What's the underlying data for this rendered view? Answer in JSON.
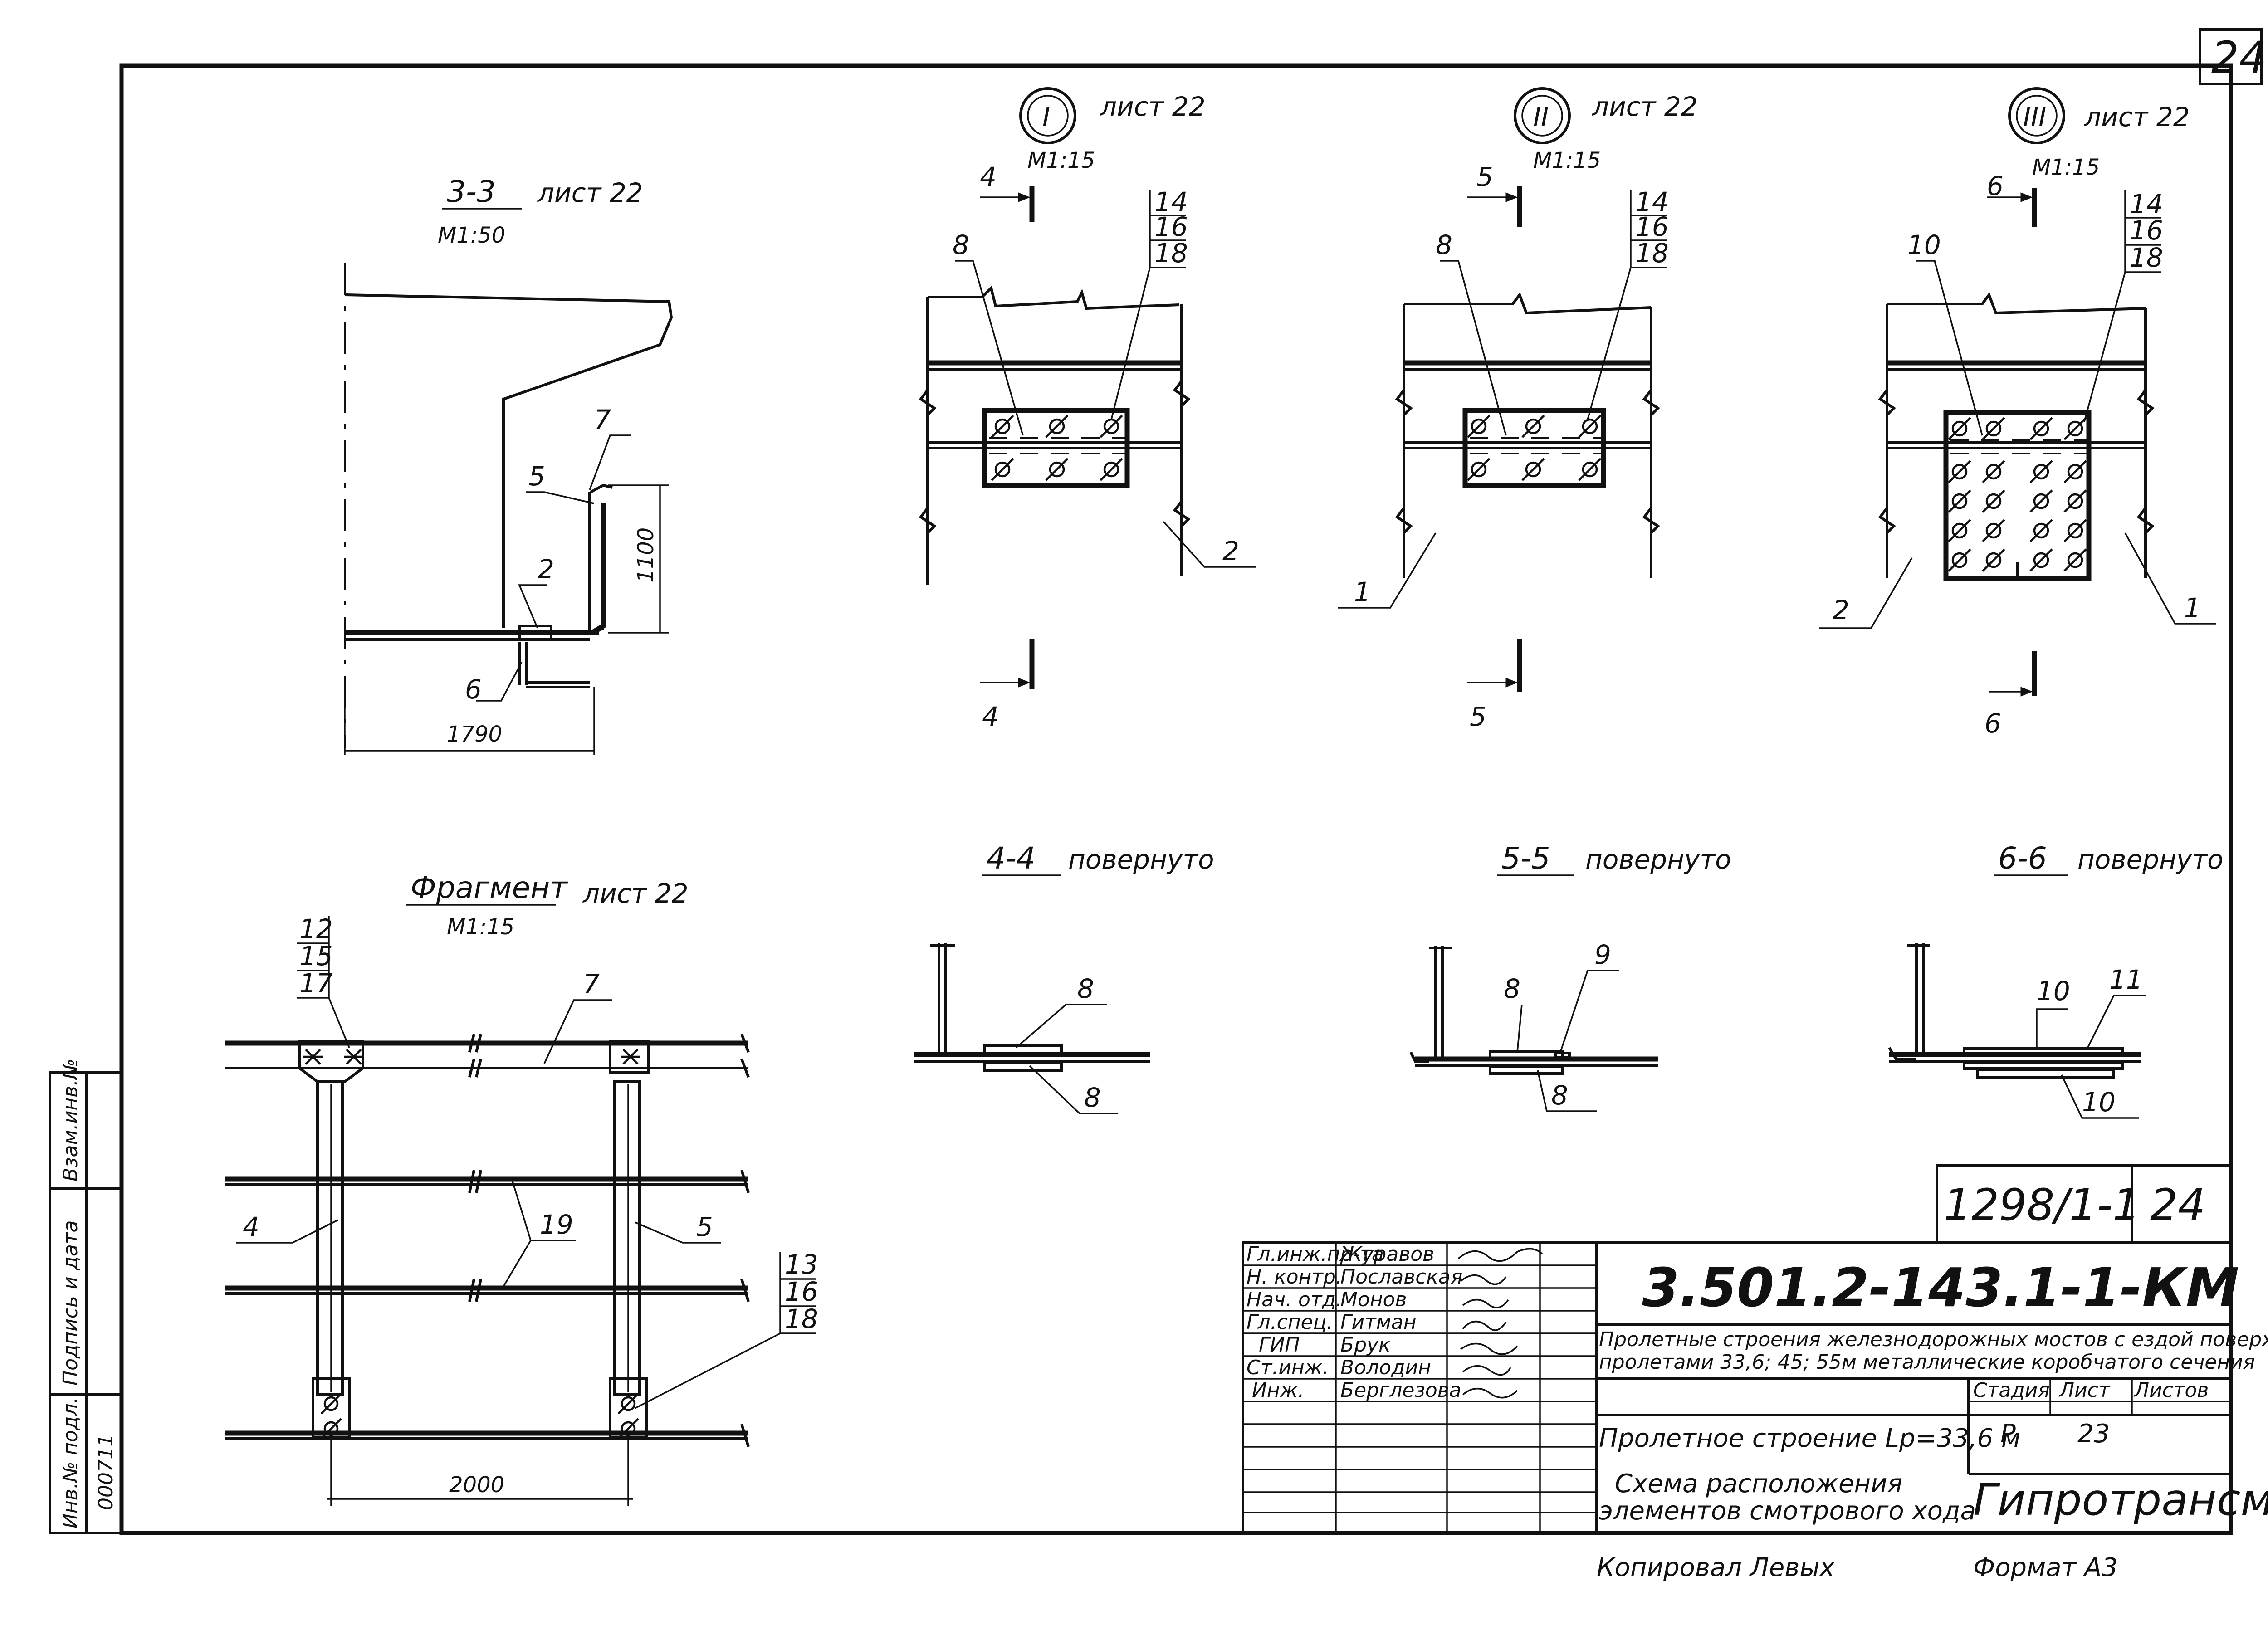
{
  "sheet_number": "24",
  "details": {
    "sec33": {
      "title": "3-3",
      "ref": "лист 22",
      "scale": "М1:50",
      "dim_height": "1100",
      "dim_width": "1790",
      "labels": {
        "a": "7",
        "b": "5",
        "c": "2",
        "d": "6"
      }
    },
    "frag": {
      "title": "Фрагмент",
      "ref": "лист 22",
      "scale": "М1:15",
      "dim": "2000",
      "labels": {
        "top1": "12",
        "top2": "15",
        "top3": "17",
        "rail": "7",
        "post_l": "4",
        "post_r": "5",
        "mid": "19",
        "b1": "13",
        "b2": "16",
        "b3": "18"
      }
    },
    "n1": {
      "numeral": "I",
      "ref": "лист 22",
      "scale": "М1:15",
      "cut": "4",
      "labels": {
        "plate": "8",
        "r1": "14",
        "r2": "16",
        "r3": "18",
        "side": "2"
      }
    },
    "n2": {
      "numeral": "II",
      "ref": "лист 22",
      "scale": "М1:15",
      "cut": "5",
      "labels": {
        "plate": "8",
        "r1": "14",
        "r2": "16",
        "r3": "18",
        "side": "1"
      }
    },
    "n3": {
      "numeral": "III",
      "ref": "лист 22",
      "scale": "М1:15",
      "cut": "6",
      "labels": {
        "plate": "10",
        "r1": "14",
        "r2": "16",
        "r3": "18",
        "left": "2",
        "right": "1"
      }
    },
    "s44": {
      "title": "4-4",
      "note": "повернуто",
      "labels": {
        "top": "8",
        "bottom": "8"
      }
    },
    "s55": {
      "title": "5-5",
      "note": "повернуто",
      "labels": {
        "a": "8",
        "b": "9",
        "c": "8"
      }
    },
    "s66": {
      "title": "6-6",
      "note": "повернуто",
      "labels": {
        "a": "10",
        "b": "11",
        "c": "10"
      }
    }
  },
  "side_stamp": {
    "f1": "Взам.инв.№",
    "f2": "Подпись и дата",
    "f3": "Инв.№ подл.",
    "inv": "000711"
  },
  "title_block": {
    "album": "1298/1-1",
    "album_sheet": "24",
    "code": "3.501.2-143.1-1-КМ",
    "project_l1": "Пролетные строения железнодорожных мостов с ездой поверху",
    "project_l2": "пролетами 33,6; 45; 55м металлические коробчатого сечения",
    "drawing_title": "Пролетное строение Lp=33,6 м",
    "sheet_title_l1": "Схема расположения",
    "sheet_title_l2": "элементов смотрового хода",
    "stage_hdr": "Стадия",
    "sheet_hdr": "Лист",
    "sheets_hdr": "Листов",
    "stage": "Р",
    "sheet": "23",
    "org": "Гипротрансмост",
    "roles": [
      {
        "role": "Гл.инж.пр-та",
        "name": "Журавов"
      },
      {
        "role": "Н. контр.",
        "name": "Пославская"
      },
      {
        "role": "Нач. отд.",
        "name": "Монов"
      },
      {
        "role": "Гл.спец.",
        "name": "Гитман"
      },
      {
        "role": "ГИП",
        "name": "Брук"
      },
      {
        "role": "Ст.инж.",
        "name": "Володин"
      },
      {
        "role": "Инж.",
        "name": "Берглезова"
      }
    ]
  },
  "copied": "Копировал Левых",
  "format": "Формат А3"
}
